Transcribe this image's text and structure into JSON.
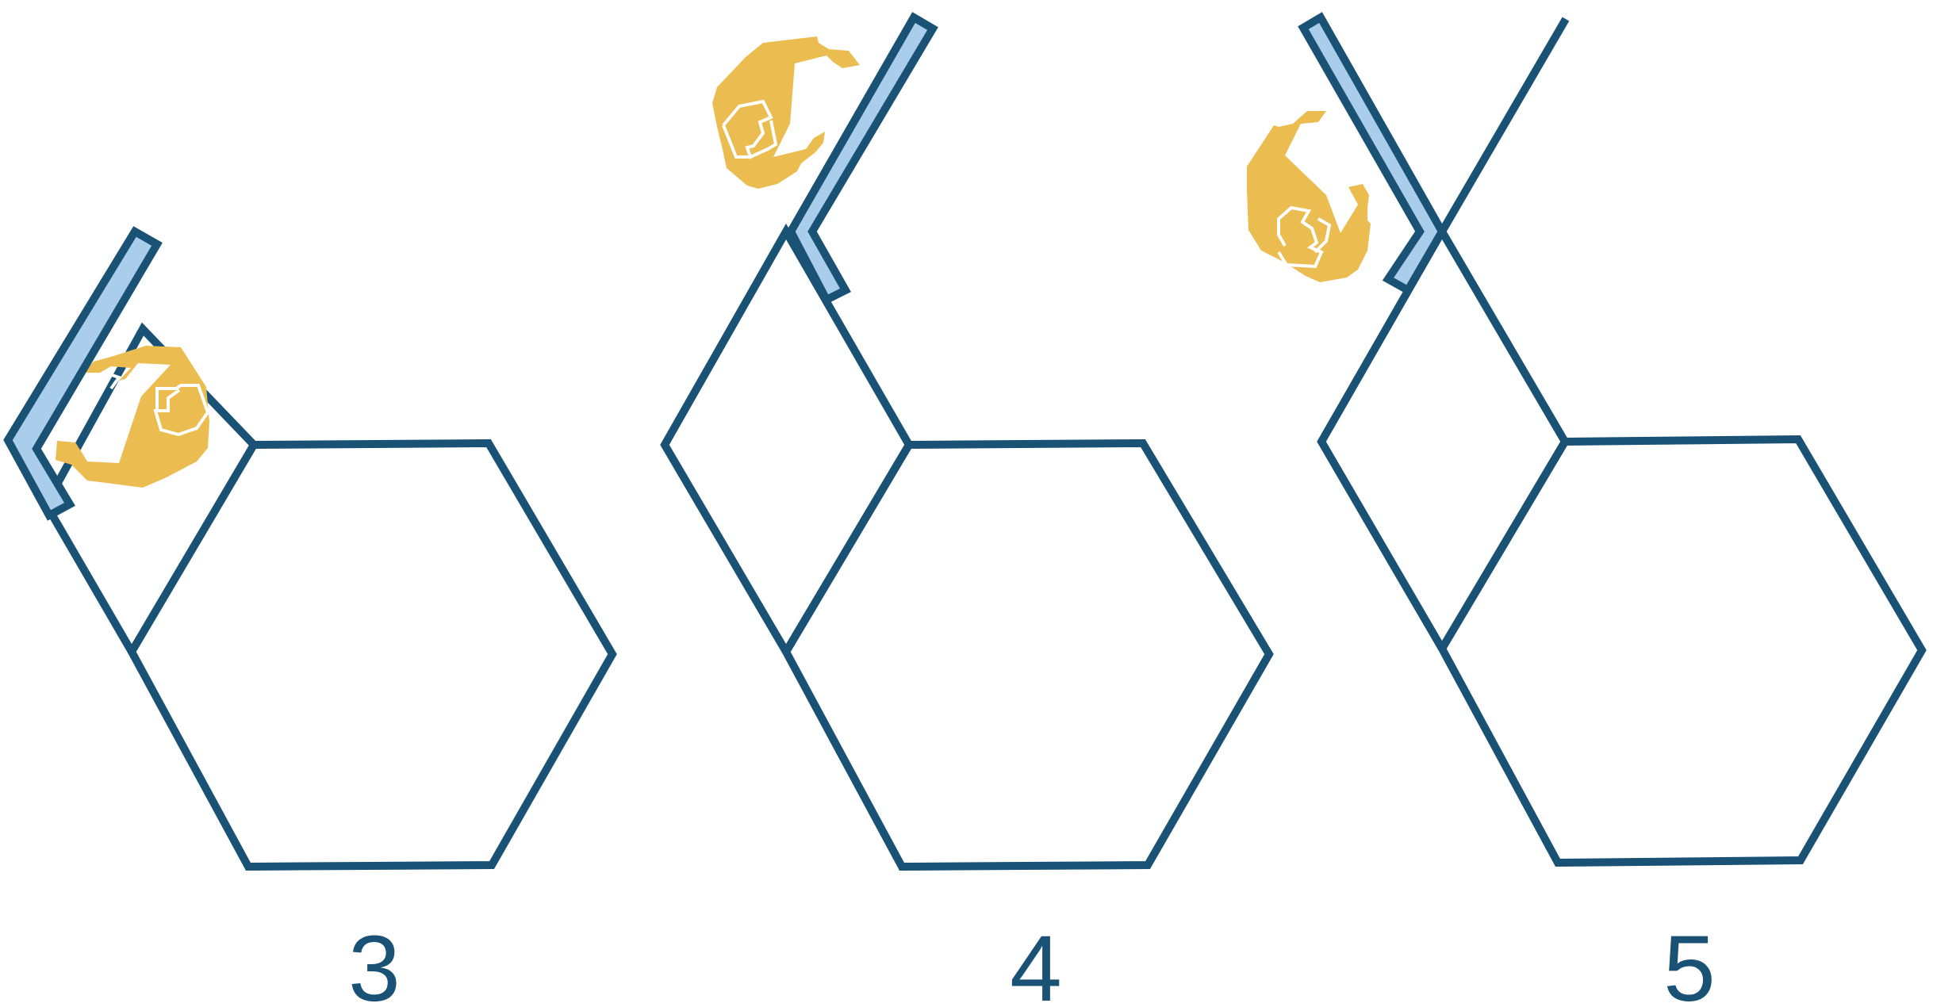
{
  "figures": [
    {
      "label": "3",
      "crayon_target": "blank-3"
    },
    {
      "label": "4",
      "crayon_target": "blank-4"
    },
    {
      "label": "5",
      "crayon_target": "blank-5"
    }
  ],
  "colors": {
    "outline": "#1a5276",
    "crayon_body": "#a9cdeb",
    "crayon_outline": "#1a5276",
    "star": "#ebbd51",
    "star_line": "#ffffff"
  },
  "icons": {
    "crayon": "pencil-icon",
    "star": "gold-star-sticker-icon"
  }
}
